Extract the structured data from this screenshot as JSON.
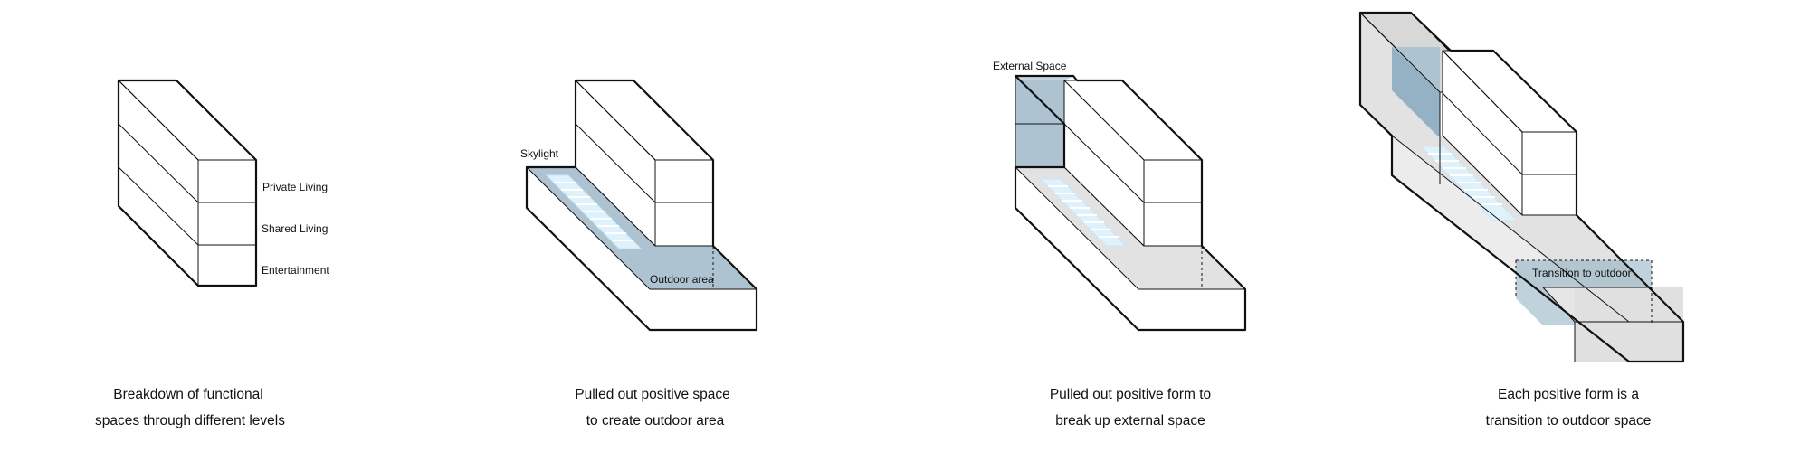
{
  "colors": {
    "stroke": "#111111",
    "blue_area": "#aec3d1",
    "blue_dark": "#8cadc0",
    "grey_area": "#e2e2e2",
    "grey_dark": "#d3d3d3",
    "skylight": "#dff1fb",
    "skylight_line": "#bfe4f8"
  },
  "diagrams": [
    {
      "labels": {
        "private": "Private Living",
        "shared": "Shared Living",
        "entertainment": "Entertainment"
      },
      "caption": {
        "line1": "Breakdown of functional",
        "line2": "spaces through different levels"
      }
    },
    {
      "labels": {
        "skylight": "Skylight",
        "outdoor": "Outdoor area"
      },
      "caption": {
        "line1": "Pulled out positive space",
        "line2": "to create outdoor area"
      }
    },
    {
      "labels": {
        "external": "External Space"
      },
      "caption": {
        "line1": "Pulled out positive form to",
        "line2": "break up external space"
      }
    },
    {
      "labels": {
        "transition": "Transition to outdoor"
      },
      "caption": {
        "line1": "Each positive form is a",
        "line2": "transition to outdoor space"
      }
    }
  ]
}
